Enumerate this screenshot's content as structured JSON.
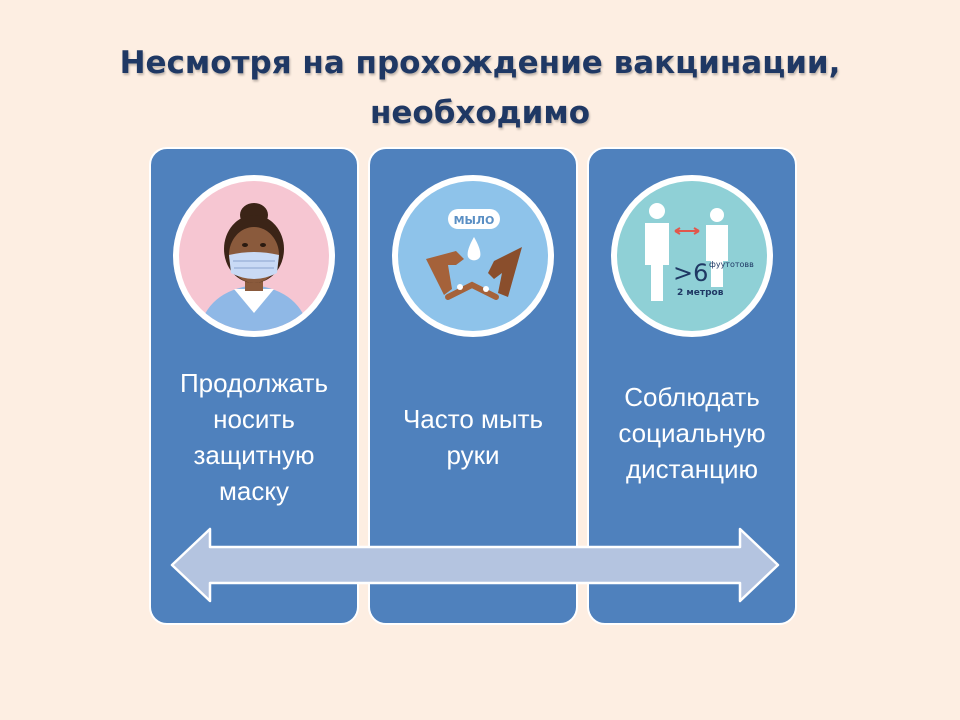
{
  "slide": {
    "title_line1": "Несмотря на прохождение вакцинации,",
    "title_line2": "необходимо"
  },
  "cards": [
    {
      "icon": "masked-person-icon",
      "caption_lines": [
        "Продолжать",
        "носить",
        "защитную",
        "маску"
      ]
    },
    {
      "icon": "handwashing-icon",
      "badge": "МЫЛО",
      "caption_lines": [
        "Часто мыть",
        "руки"
      ]
    },
    {
      "icon": "social-distance-icon",
      "distance_main": ">6",
      "distance_unit": "фуутотовв",
      "distance_sub": "2 метров",
      "caption_lines": [
        "Соблюдать",
        "социальную",
        "дистанцию"
      ]
    }
  ],
  "colors": {
    "background": "#fdeee2",
    "title": "#1f3864",
    "card": "#4f81bd",
    "arrow": "#b4c4e0"
  }
}
